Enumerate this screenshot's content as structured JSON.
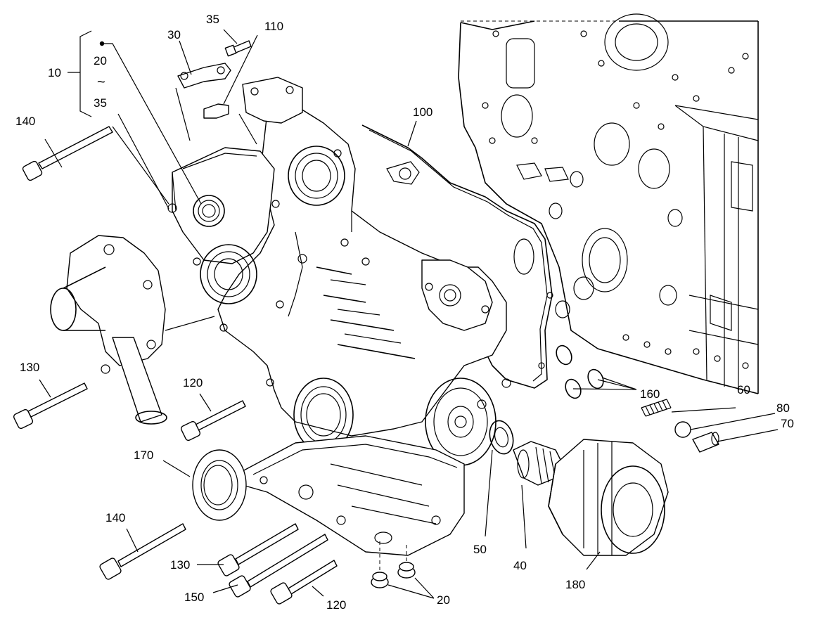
{
  "callouts": {
    "c10": "10",
    "c20_top": "20",
    "c35_range": "35",
    "c35_top": "35",
    "c30": "30",
    "c110": "110",
    "c140_top": "140",
    "c100": "100",
    "c130_left": "130",
    "c120_mid": "120",
    "c170": "170",
    "c160": "160",
    "c60": "60",
    "c80": "80",
    "c70": "70",
    "c140_bottom": "140",
    "c130_bottom": "130",
    "c150": "150",
    "c120_bottom": "120",
    "c20_bottom": "20",
    "c50": "50",
    "c40": "40",
    "c180": "180"
  },
  "range_symbol": "~"
}
